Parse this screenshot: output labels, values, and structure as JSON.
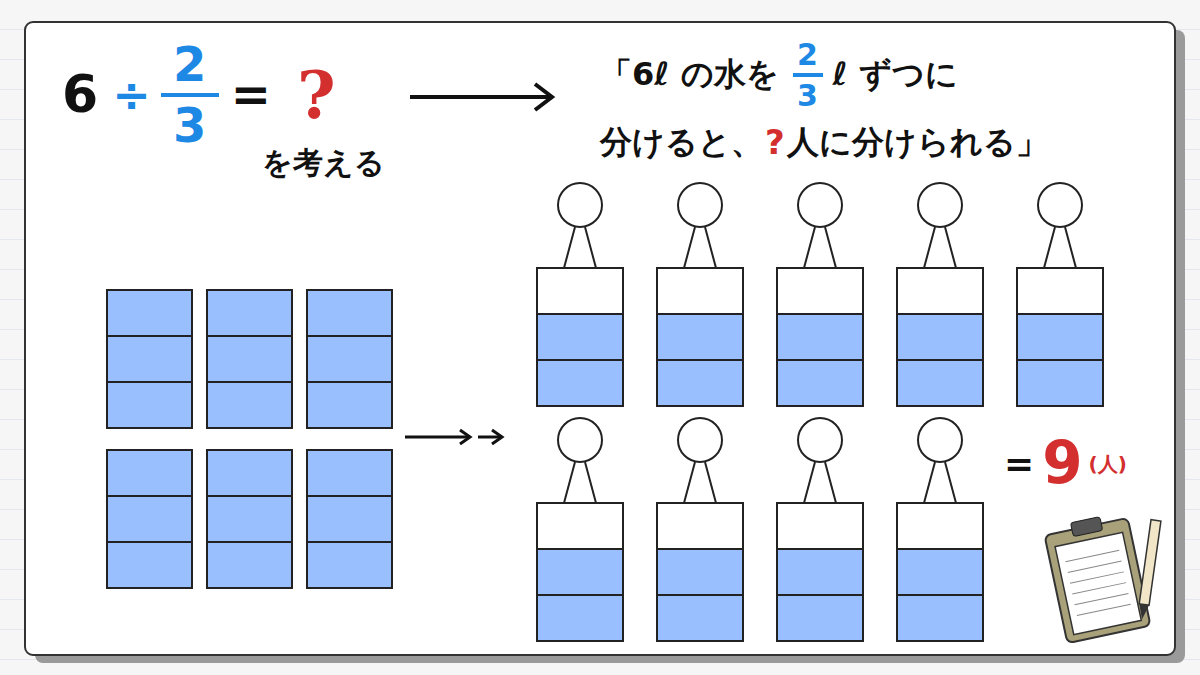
{
  "diagram": {
    "labels": [
      "6",
      "÷",
      "2",
      "3",
      "=",
      "?",
      "を考える",
      "「6ℓ の水を",
      "2",
      "3",
      "ℓ ずつに",
      "分けると、",
      "?",
      "人に分けられる」",
      "=",
      "9",
      "(人)"
    ]
  }
}
